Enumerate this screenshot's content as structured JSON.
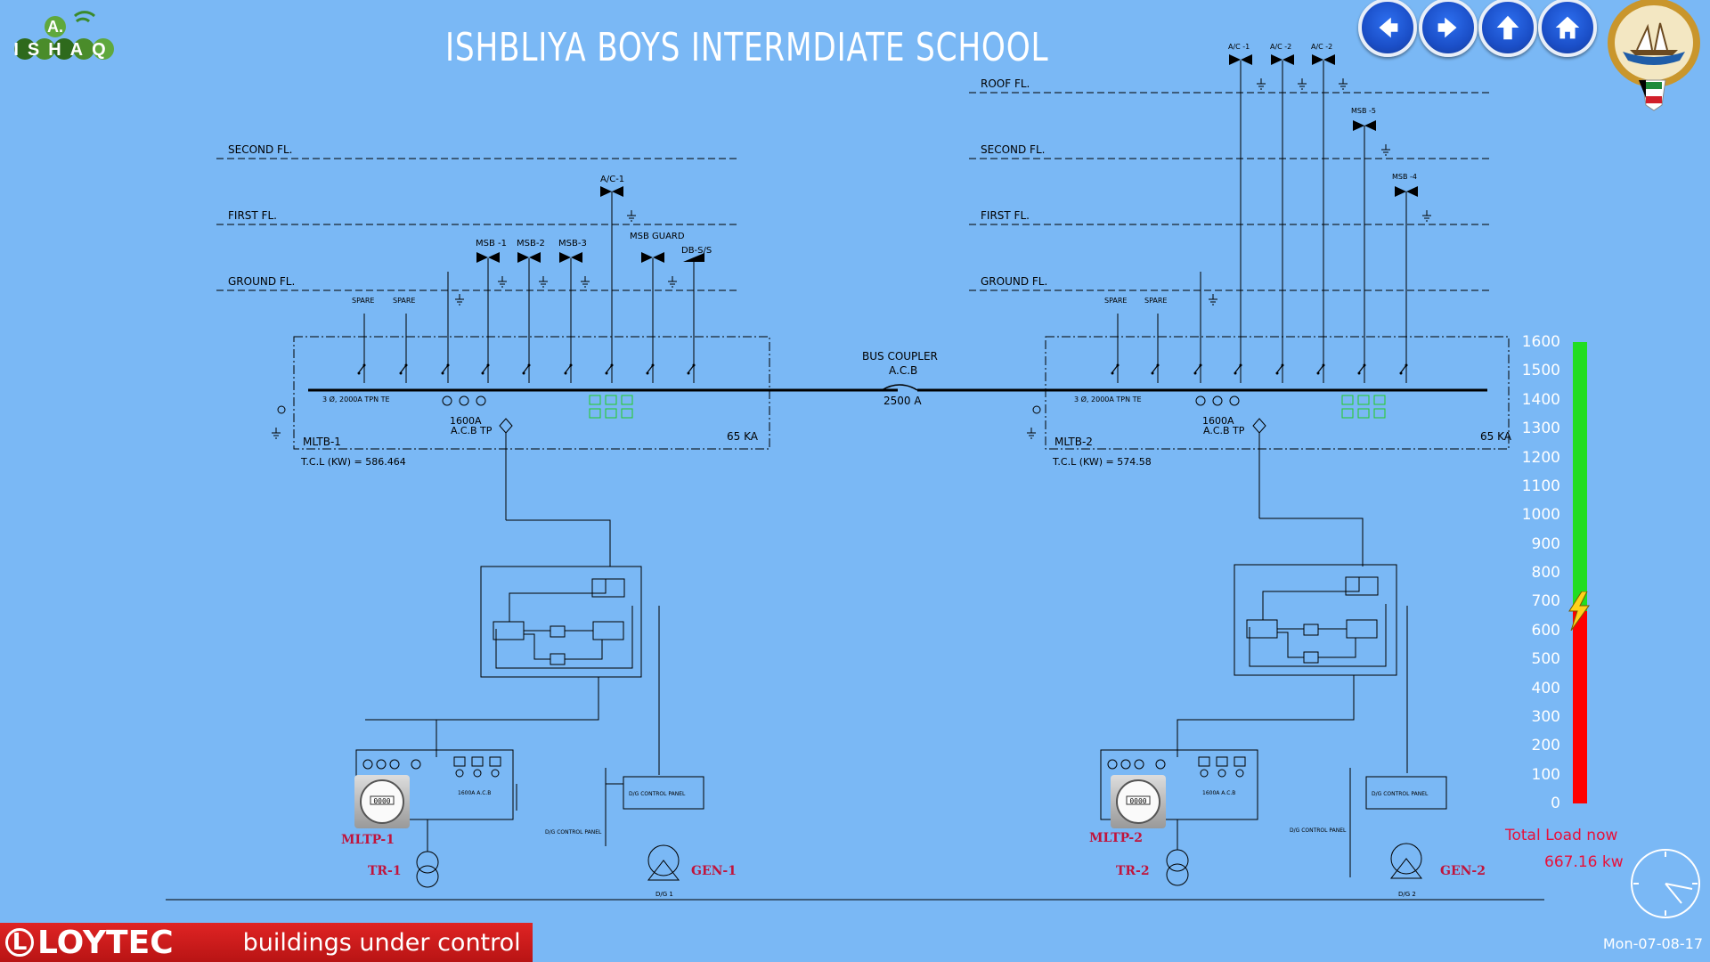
{
  "header": {
    "title": "ISHBLIYA BOYS INTERMDIATE SCHOOL",
    "logo_text_top": "A.",
    "logo_text": "ISHAQ"
  },
  "nav": {
    "buttons": [
      {
        "name": "back",
        "icon": "arrow-left-icon"
      },
      {
        "name": "forward",
        "icon": "arrow-right-icon"
      },
      {
        "name": "up",
        "icon": "arrow-up-icon"
      },
      {
        "name": "home",
        "icon": "home-icon"
      }
    ]
  },
  "emblem": {
    "icon": "kuwait-emblem-icon"
  },
  "floors": {
    "roof": "ROOF FL.",
    "second": "SECOND FL.",
    "first": "FIRST FL.",
    "ground": "GROUND FL."
  },
  "left_panel": {
    "name": "MLTB-1",
    "tcl": "T.C.L (KW) = 586.464",
    "rating": "65 KA",
    "acb": "1600A",
    "acb_type": "A.C.B TP",
    "bus_note": "3 Ø, 2000A TPN TE",
    "feeders": [
      "SPARE",
      "SPARE",
      "MSB -1",
      "MSB-2",
      "MSB-3",
      "A/C-1",
      "MSB GUARD",
      "DB-S/S"
    ],
    "meter": "MLTP-1",
    "transformer": "TR-1",
    "generator": "GEN-1",
    "gen_sub": "D/G 1",
    "control_panel": "D/G CONTROL PANEL"
  },
  "right_panel": {
    "name": "MLTB-2",
    "tcl": "T.C.L (KW) = 574.58",
    "rating": "65 KA",
    "acb": "1600A",
    "acb_type": "A.C.B TP",
    "bus_note": "3 Ø, 2000A TPN TE",
    "feeders": [
      "SPARE",
      "SPARE",
      "A/C -1",
      "A/C -2",
      "A/C -2",
      "MSB -5",
      "MSB -4"
    ],
    "meter": "MLTP-2",
    "transformer": "TR-2",
    "generator": "GEN-2",
    "gen_sub": "D/G 2",
    "control_panel": "D/G CONTROL PANEL"
  },
  "coupler": {
    "label": "BUS COUPLER",
    "type": "A.C.B",
    "rating": "2500 A"
  },
  "load_gauge": {
    "ticks": [
      "1600",
      "1500",
      "1400",
      "1300",
      "1200",
      "1100",
      "1000",
      "900",
      "800",
      "700",
      "600",
      "500",
      "400",
      "300",
      "200",
      "100",
      "0"
    ],
    "max": 1600,
    "current": 667.16,
    "title": "Total Load now",
    "value_text": "667.16 kw",
    "colors": {
      "low": "#ff0000",
      "high": "#22dd22"
    },
    "indicator_icon": "lightning-icon"
  },
  "footer": {
    "brand": "LOYTEC",
    "tagline": "buildings under control",
    "date": "Mon-07-08-17",
    "clock_icon": "clock-icon"
  }
}
